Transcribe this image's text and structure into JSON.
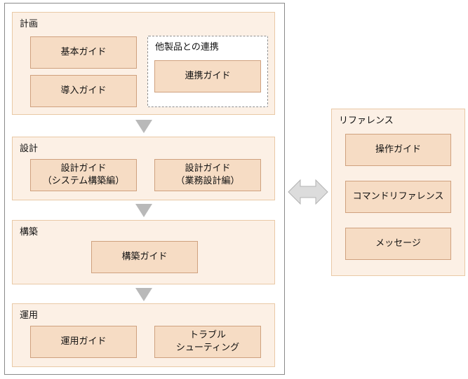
{
  "phases": {
    "planning": {
      "label": "計画",
      "guides": [
        "基本ガイド",
        "導入ガイド"
      ],
      "related": {
        "label": "他製品との連携",
        "guide": "連携ガイド"
      }
    },
    "design": {
      "label": "設計",
      "guides": [
        "設計ガイド\n（システム構築編）",
        "設計ガイド\n（業務設計編）"
      ]
    },
    "construction": {
      "label": "構築",
      "guides": [
        "構築ガイド"
      ]
    },
    "operation": {
      "label": "運用",
      "guides": [
        "運用ガイド",
        "トラブル\nシューティング"
      ]
    }
  },
  "reference": {
    "label": "リファレンス",
    "guides": [
      "操作ガイド",
      "コマンドリファレンス",
      "メッセージ"
    ]
  },
  "colors": {
    "phase_fill": "#fcf0e5",
    "phase_border": "#e9c9a6",
    "guide_fill": "#f6dcc4",
    "guide_border": "#cfa17e",
    "arrow": "#b9b9b9"
  }
}
